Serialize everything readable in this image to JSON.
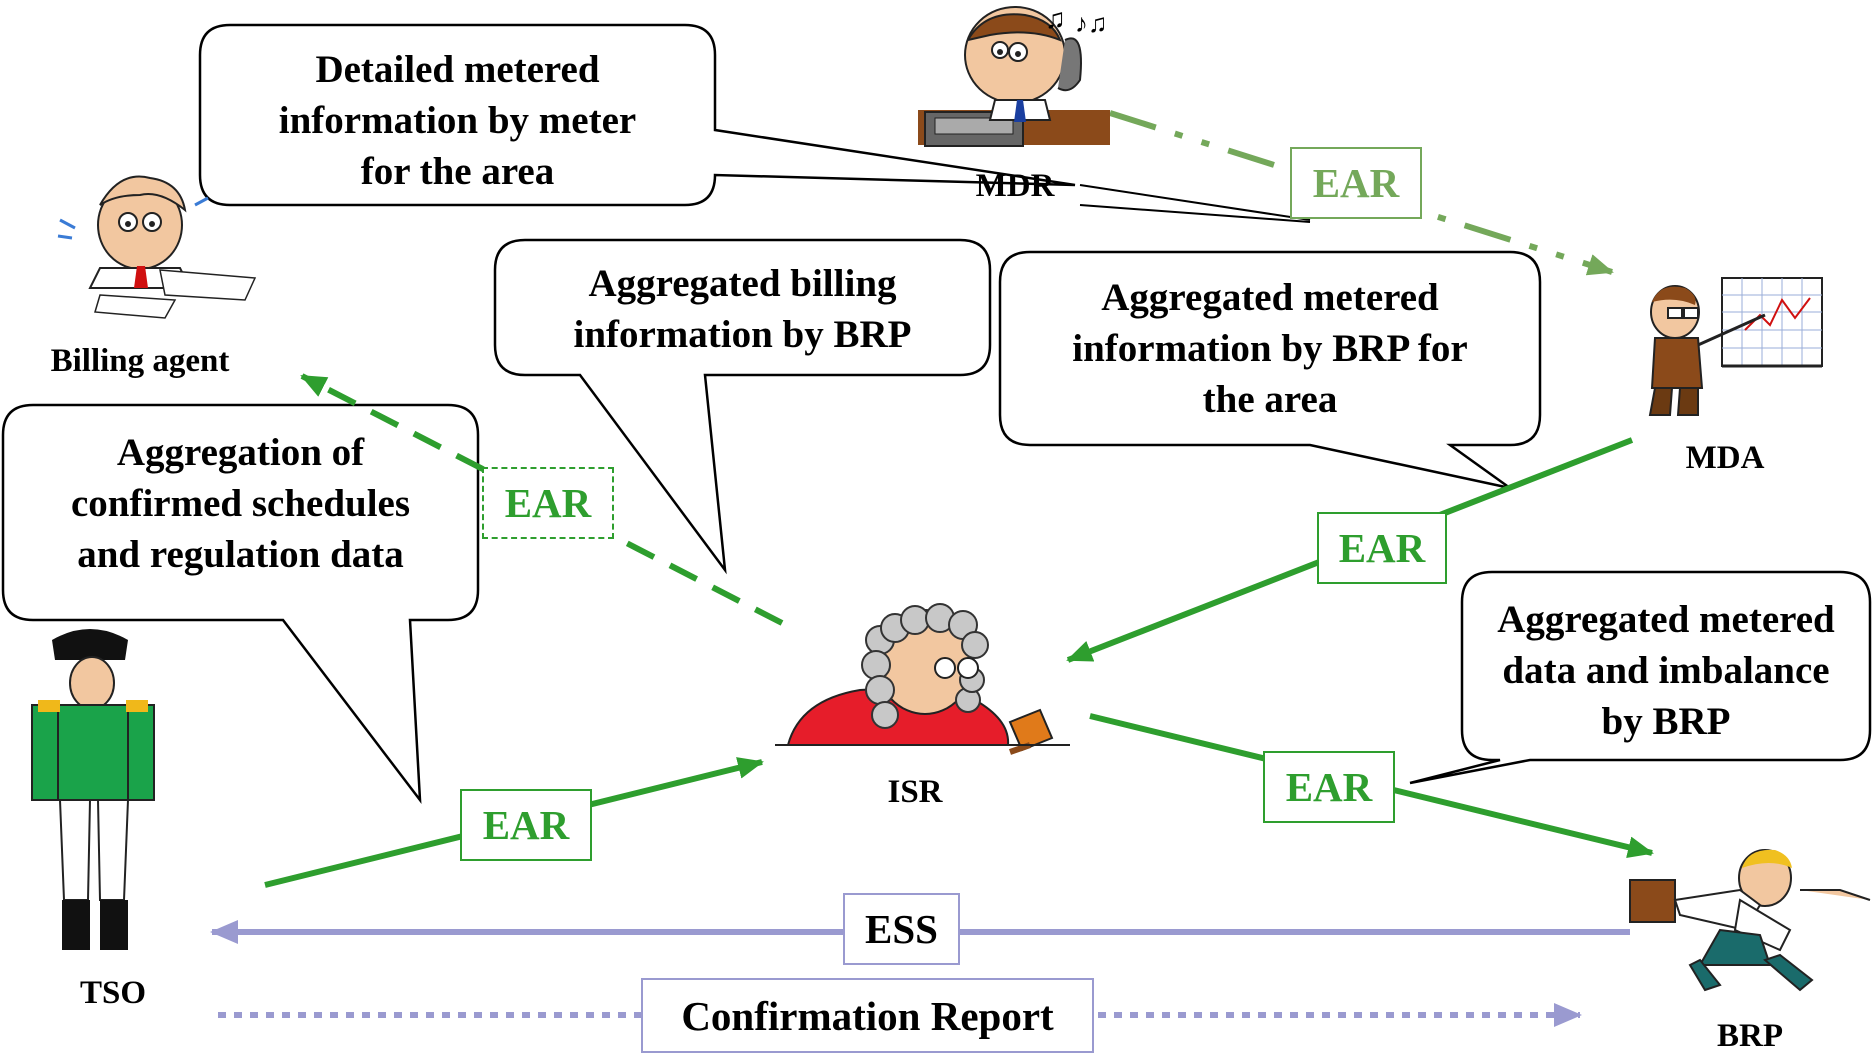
{
  "colors": {
    "ear_green": "#2e9e2e",
    "ear_light_green": "#74a85a",
    "ess_lavender": "#9a9ad0"
  },
  "actors": {
    "mdr": "MDR",
    "mda": "MDA",
    "billing_agent": "Billing agent",
    "isr": "ISR",
    "tso": "TSO",
    "brp": "BRP"
  },
  "bubbles": {
    "detailed_metered": [
      "Detailed metered",
      "information by meter",
      "for the area"
    ],
    "aggregated_billing": [
      "Aggregated billing",
      "information by BRP"
    ],
    "aggregated_metered_area": [
      "Aggregated metered",
      "information by BRP for",
      "the area"
    ],
    "aggregation_schedules": [
      "Aggregation of",
      "confirmed schedules",
      "and regulation data"
    ],
    "aggregated_imbalance": [
      "Aggregated metered",
      "data and imbalance",
      "by BRP"
    ]
  },
  "messages": {
    "ear_mdr_mda": "EAR",
    "ear_isr_billing": "EAR",
    "ear_mda_isr": "EAR",
    "ear_tso_isr": "EAR",
    "ear_isr_brp": "EAR",
    "ess": "ESS",
    "confirmation_report": "Confirmation Report"
  },
  "icons": [
    "phone-operator-icon",
    "stressed-man-icon",
    "presenter-chart-icon",
    "judge-icon",
    "general-icon",
    "running-man-icon"
  ]
}
